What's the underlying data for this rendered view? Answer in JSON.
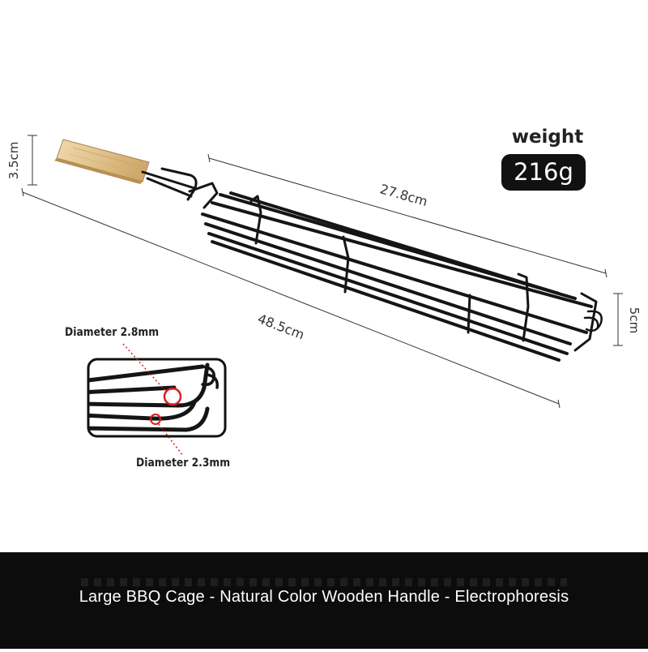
{
  "dimensions": {
    "handle_height": "3.5cm",
    "basket_length": "27.8cm",
    "total_length": "48.5cm",
    "basket_height": "5cm"
  },
  "weight": {
    "label": "weight",
    "value": "216g"
  },
  "detail": {
    "outer_wire": "Diameter 2.8mm",
    "inner_wire": "Diameter 2.3mm"
  },
  "caption": "Large BBQ Cage - Natural Color Wooden Handle - Electrophoresis",
  "colors": {
    "wire": "#151515",
    "wood": "#e2c48e",
    "wood_edge": "#a88350",
    "badge": "#111111",
    "caption_bar": "#0c0c0c",
    "highlight": "#d81e1e"
  }
}
